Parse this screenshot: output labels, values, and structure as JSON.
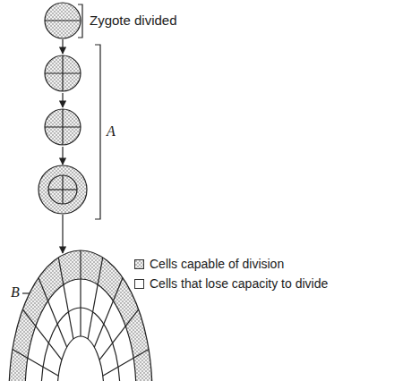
{
  "diagram": {
    "labels": [
      "Zygote divided",
      "A",
      "B"
    ],
    "legend": [
      {
        "text": "Cells capable of division"
      },
      {
        "text": "Cells that lose capacity to divide",
        "color": "#ffffff"
      }
    ]
  }
}
